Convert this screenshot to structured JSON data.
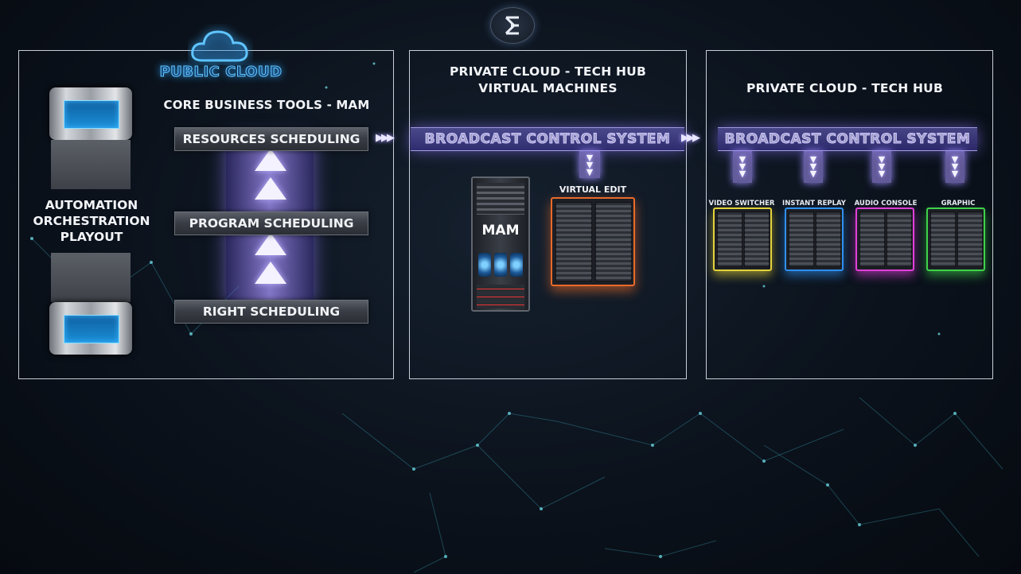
{
  "logo_text": "",
  "public_cloud_label": "PUBLIC CLOUD",
  "panel1": {
    "core_title": "CORE BUSINESS TOOLS - MAM",
    "automation_label": [
      "AUTOMATION",
      "ORCHESTRATION",
      "PLAYOUT"
    ],
    "bars": [
      "RESOURCES SCHEDULING",
      "PROGRAM SCHEDULING",
      "RIGHT SCHEDULING"
    ]
  },
  "panel2": {
    "title_lines": [
      "PRIVATE CLOUD - TECH HUB",
      "VIRTUAL MACHINES"
    ],
    "bcs_label": "BROADCAST CONTROL SYSTEM",
    "mam_label": "MAM",
    "virtual_edit_label": "VIRTUAL EDIT"
  },
  "panel3": {
    "title": "PRIVATE CLOUD - TECH HUB",
    "bcs_label": "BROADCAST CONTROL SYSTEM",
    "racks": [
      {
        "label": "VIDEO SWITCHER",
        "color": "#e3d23a"
      },
      {
        "label": "INSTANT REPLAY",
        "color": "#2f8ff0"
      },
      {
        "label": "AUDIO CONSOLE",
        "color": "#e040d8"
      },
      {
        "label": "GRAPHIC",
        "color": "#3fd24a"
      }
    ]
  },
  "colors": {
    "accent_blue": "#3fb4ff",
    "bcs_purple": "#8c7cff",
    "edit_orange": "#e86a2a"
  }
}
